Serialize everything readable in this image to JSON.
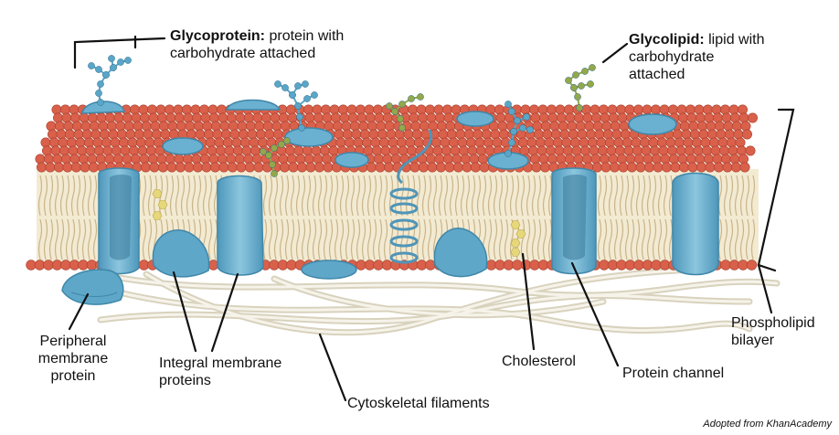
{
  "labels": {
    "glycoprotein": {
      "term": "Glycoprotein:",
      "line1": "protein with",
      "line2": "carbohydrate attached"
    },
    "glycolipid": {
      "term": "Glycolipid:",
      "line1": "lipid with",
      "line2": "carbohydrate",
      "line3": "attached"
    },
    "peripheral": {
      "line1": "Peripheral",
      "line2": "membrane",
      "line3": "protein"
    },
    "integral": {
      "line1": "Integral membrane",
      "line2": "proteins"
    },
    "cholesterol": "Cholesterol",
    "channel": "Protein channel",
    "bilayer": {
      "line1": "Phospholipid",
      "line2": "bilayer"
    },
    "cytoskeleton": "Cytoskeletal filaments"
  },
  "credit": "Adopted from KhanAcademy",
  "colors": {
    "head": "#d9604a",
    "head_stroke": "#a8402e",
    "tail": "#c8b48a",
    "protein": "#6ab0d0",
    "protein_dark": "#3f87a9",
    "carb_blue": "#5aa6c8",
    "carb_green": "#93a84a",
    "cholesterol": "#e6d77a",
    "filament": "#e8e3d2"
  }
}
